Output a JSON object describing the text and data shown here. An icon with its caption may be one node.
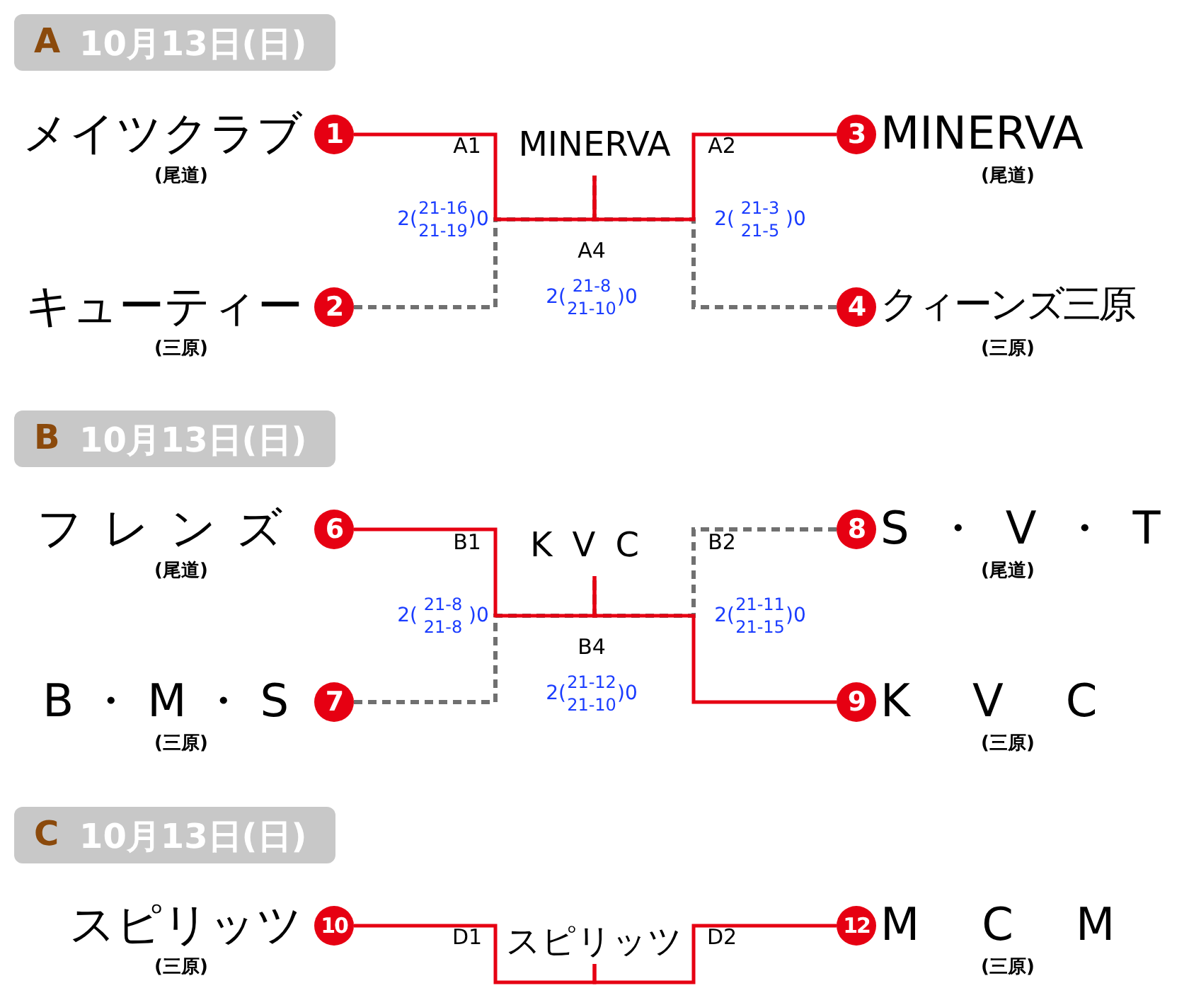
{
  "diagram": {
    "nodes": [
      {
        "text": [
          "A",
          "10月13日(日)"
        ]
      },
      {
        "text": [
          "1"
        ],
        "beside": [
          "メイツクラブ",
          "(尾道)"
        ]
      },
      {
        "text": [
          "2"
        ],
        "beside": [
          "キューティー",
          "(三原)"
        ]
      },
      {
        "text": [
          "MINERVA"
        ]
      },
      {
        "text": [
          "3"
        ],
        "beside": [
          "MINERVA",
          "(尾道)"
        ]
      },
      {
        "text": [
          "4"
        ],
        "beside": [
          "クィーンズ三原",
          "(三原)"
        ]
      },
      {
        "text": [
          "B",
          "10月13日(日)"
        ]
      },
      {
        "text": [
          "6"
        ],
        "beside": [
          "フレンズ",
          "(尾道)"
        ]
      },
      {
        "text": [
          "7"
        ],
        "beside": [
          "B・M・S",
          "(三原)"
        ]
      },
      {
        "text": [
          "KVC"
        ]
      },
      {
        "text": [
          "8"
        ],
        "beside": [
          "S・V・T",
          "(尾道)"
        ]
      },
      {
        "text": [
          "9"
        ],
        "beside": [
          "KVC",
          "(三原)"
        ]
      },
      {
        "text": [
          "C",
          "10月13日(日)"
        ]
      },
      {
        "text": [
          "10"
        ],
        "beside": [
          "スピリッツ",
          "(三原)"
        ]
      },
      {
        "text": [
          "スピリッツ"
        ]
      },
      {
        "text": [
          "12"
        ],
        "beside": [
          "MCM",
          "(三原)"
        ]
      }
    ],
    "edges": [
      {
        "from": 1,
        "to": 3,
        "arrow": "none",
        "color": "#e60012"
      },
      {
        "from": 2,
        "to": 3,
        "arrow": "none",
        "style": "dashed",
        "color": "#707070"
      },
      {
        "from": 4,
        "to": 3,
        "arrow": "none",
        "color": "#e60012"
      },
      {
        "from": 5,
        "to": 3,
        "arrow": "none",
        "style": "dashed",
        "color": "#707070"
      },
      {
        "from": 7,
        "to": 9,
        "arrow": "none",
        "color": "#e60012"
      },
      {
        "from": 8,
        "to": 9,
        "arrow": "none",
        "style": "dashed",
        "color": "#707070"
      },
      {
        "from": 10,
        "to": 9,
        "arrow": "none",
        "style": "dashed",
        "color": "#707070"
      },
      {
        "from": 11,
        "to": 9,
        "arrow": "none",
        "color": "#e60012"
      },
      {
        "from": 13,
        "to": 14,
        "arrow": "none",
        "color": "#e60012"
      },
      {
        "from": 15,
        "to": 14,
        "arrow": "none",
        "color": "#e60012"
      }
    ],
    "labels": [
      "A1",
      "A2",
      "2(",
      "21-16",
      "21-19",
      ")0",
      "2(",
      "21-3",
      "21-5",
      ")0",
      "A4",
      "2(",
      "21-8",
      "21-10",
      ")0",
      "B1",
      "B2",
      "2(",
      "21-8",
      "21-8",
      ")0",
      "2(",
      "21-11",
      "21-15",
      ")0",
      "B4",
      "2(",
      "21-12",
      "21-10",
      ")0",
      "D1",
      "D2"
    ]
  }
}
